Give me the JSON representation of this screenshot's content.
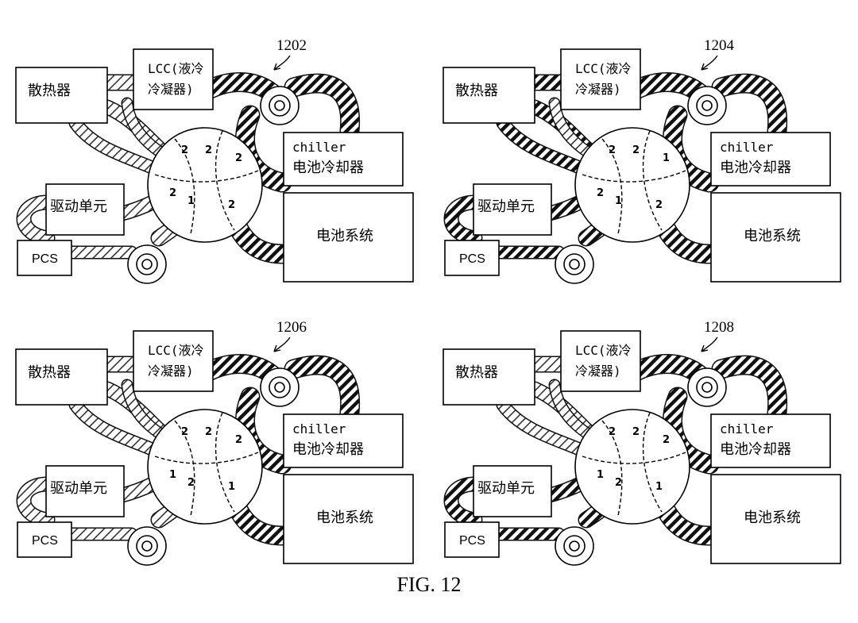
{
  "panels": [
    {
      "ref": "1202",
      "radiator": "散热器",
      "lcc_line1": "LCC(液冷",
      "lcc_line2": "冷凝器)",
      "chiller_line1": "chiller",
      "chiller_line2": "电池冷却器",
      "drive": "驱动单元",
      "pcs": "PCS",
      "battery": "电池系统",
      "valve_marks": [
        "2",
        "2",
        "1",
        "2",
        "2",
        "2"
      ]
    },
    {
      "ref": "1204",
      "radiator": "散热器",
      "lcc_line1": "LCC(液冷",
      "lcc_line2": "冷凝器)",
      "chiller_line1": "chiller",
      "chiller_line2": "电池冷却器",
      "drive": "驱动单元",
      "pcs": "PCS",
      "battery": "电池系统",
      "valve_marks": [
        "2",
        "2",
        "1",
        "1",
        "2",
        "2"
      ]
    },
    {
      "ref": "1206",
      "radiator": "散热器",
      "lcc_line1": "LCC(液冷",
      "lcc_line2": "冷凝器)",
      "chiller_line1": "chiller",
      "chiller_line2": "电池冷却器",
      "drive": "驱动单元",
      "pcs": "PCS",
      "battery": "电池系统",
      "valve_marks": [
        "2",
        "1",
        "2",
        "2",
        "1",
        "2"
      ]
    },
    {
      "ref": "1208",
      "radiator": "散热器",
      "lcc_line1": "LCC(液冷",
      "lcc_line2": "冷凝器)",
      "chiller_line1": "chiller",
      "chiller_line2": "电池冷却器",
      "drive": "驱动单元",
      "pcs": "PCS",
      "battery": "电池系统",
      "valve_marks": [
        "2",
        "1",
        "2",
        "2",
        "1",
        "2"
      ]
    }
  ],
  "caption": "FIG. 12",
  "colors": {
    "line": "#000000",
    "pipe": "#111111",
    "background": "#ffffff"
  }
}
